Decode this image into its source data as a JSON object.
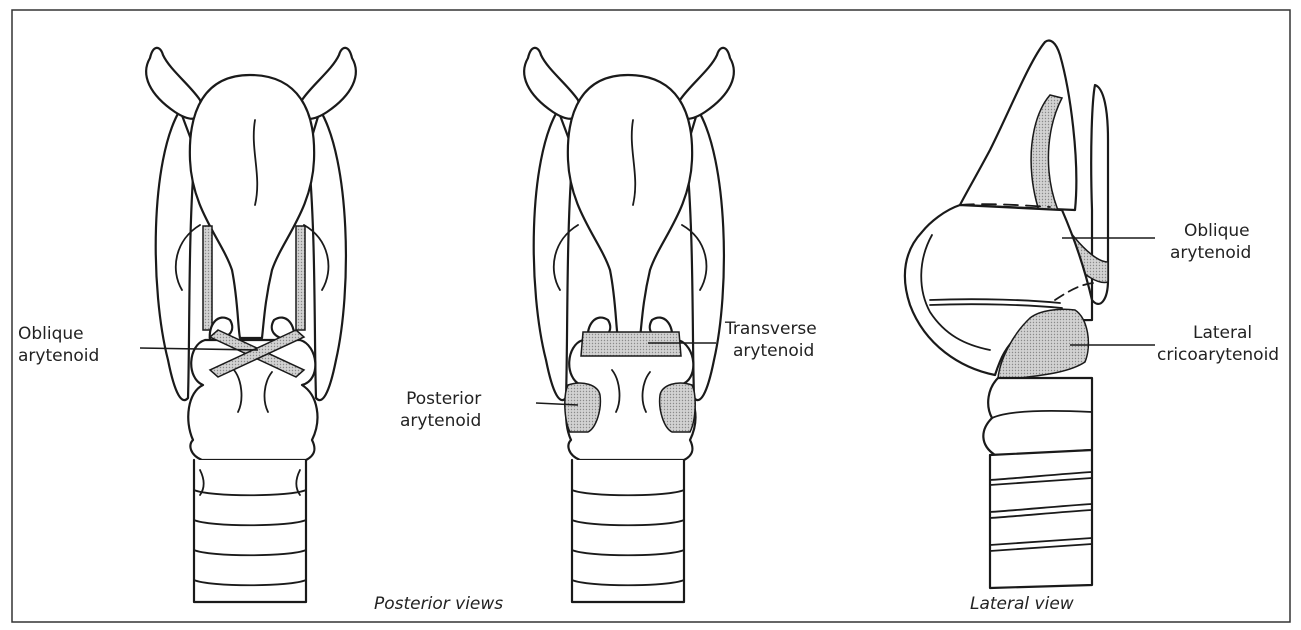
{
  "labels": {
    "oblique_left": [
      "Oblique",
      "arytenoid"
    ],
    "transverse": [
      "Transverse",
      "arytenoid"
    ],
    "posterior": [
      "Posterior",
      "arytenoid"
    ],
    "oblique_right": [
      "Oblique",
      "arytenoid"
    ],
    "lateral_crico": [
      "Lateral",
      "cricoarytenoid"
    ]
  },
  "captions": {
    "posterior_views": "Posterior views",
    "lateral_view": "Lateral view"
  },
  "colors": {
    "muscle_fill": "#c7c7c7",
    "outline": "#1a1a1a",
    "frame": "#333333"
  }
}
